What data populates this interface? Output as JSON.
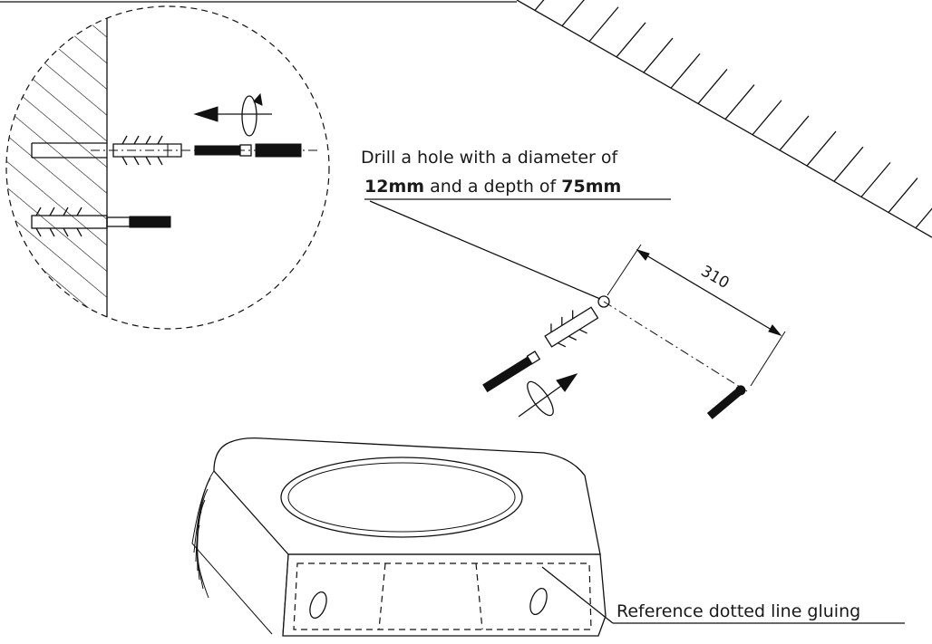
{
  "annotations": {
    "drill_line1": "Drill a hole with a diameter of",
    "drill_diameter": "12mm",
    "drill_mid": " and a depth of ",
    "drill_depth": "75mm",
    "spacing_dimension": "310",
    "gluing_label": "Reference dotted line gluing"
  },
  "colors": {
    "line": "#111111",
    "background": "#ffffff"
  },
  "icons": [
    "wall-hatch",
    "wall-plug-anchor",
    "screw",
    "rotation-arrow",
    "holder-block"
  ]
}
